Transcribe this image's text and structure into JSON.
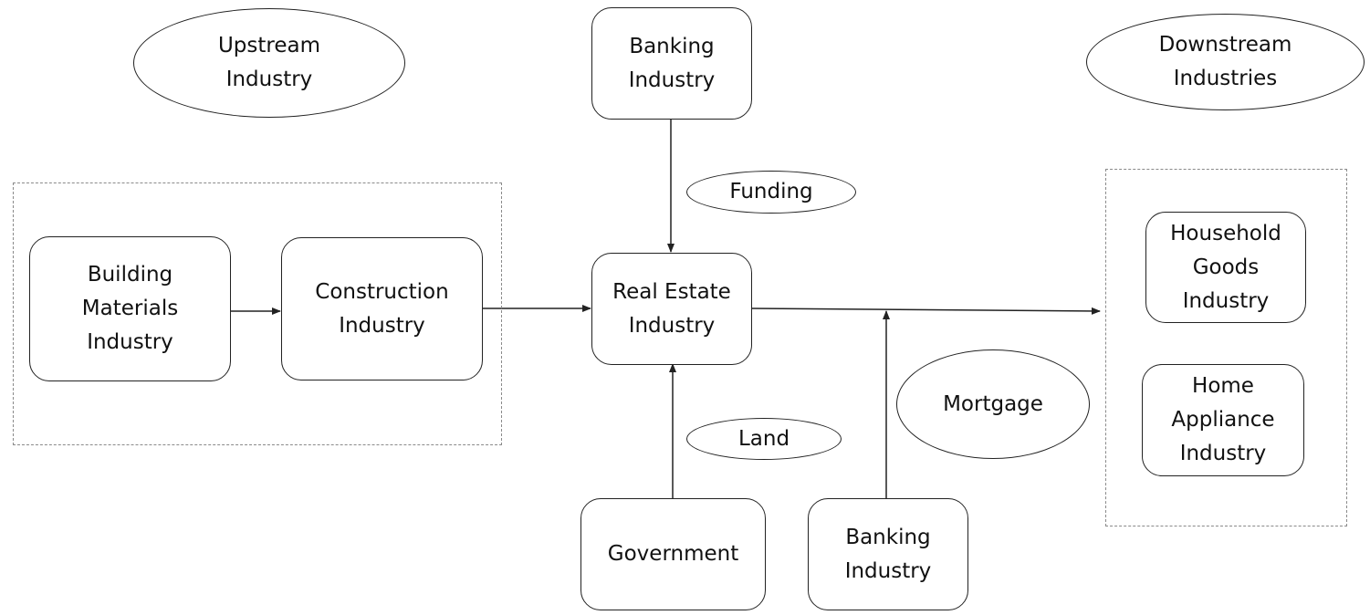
{
  "diagram": {
    "labels": {
      "upstream": "Upstream\nIndustry",
      "downstream": "Downstream\nIndustries",
      "funding": "Funding",
      "land": "Land",
      "mortgage": "Mortgage"
    },
    "nodes": {
      "banking_top": "Banking\nIndustry",
      "building_materials": "Building\nMaterials\nIndustry",
      "construction": "Construction\nIndustry",
      "real_estate": "Real Estate\nIndustry",
      "government": "Government",
      "banking_bottom": "Banking\nIndustry",
      "household_goods": "Household\nGoods\nIndustry",
      "home_appliance": "Home\nAppliance\nIndustry"
    },
    "colors": {
      "line": "#222222",
      "dashed_border": "#8a8a8a",
      "background": "#ffffff"
    }
  }
}
